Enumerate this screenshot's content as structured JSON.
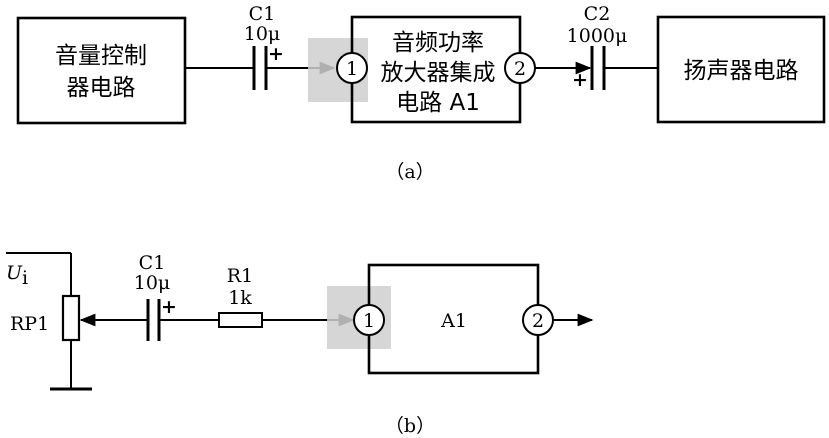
{
  "diagram_a": {
    "block_volume_line1": "音量控制",
    "block_volume_line2": "器电路",
    "cap1_name": "C1",
    "cap1_value": "10μ",
    "cap1_polarity": "+",
    "amp_line1": "音频功率",
    "amp_line2": "放大器集成",
    "amp_line3": "电路 A1",
    "pin1": "1",
    "pin2": "2",
    "cap2_name": "C2",
    "cap2_value": "1000μ",
    "cap2_polarity": "+",
    "speaker": "扬声器电路",
    "caption": "（a）"
  },
  "diagram_b": {
    "input_label_main": "U",
    "input_label_sub": "i",
    "pot_label": "RP1",
    "cap1_name": "C1",
    "cap1_value": "10μ",
    "cap1_polarity": "+",
    "r1_name": "R1",
    "r1_value": "1k",
    "amp_label": "A1",
    "pin1": "1",
    "pin2": "2",
    "caption": "（b）"
  }
}
